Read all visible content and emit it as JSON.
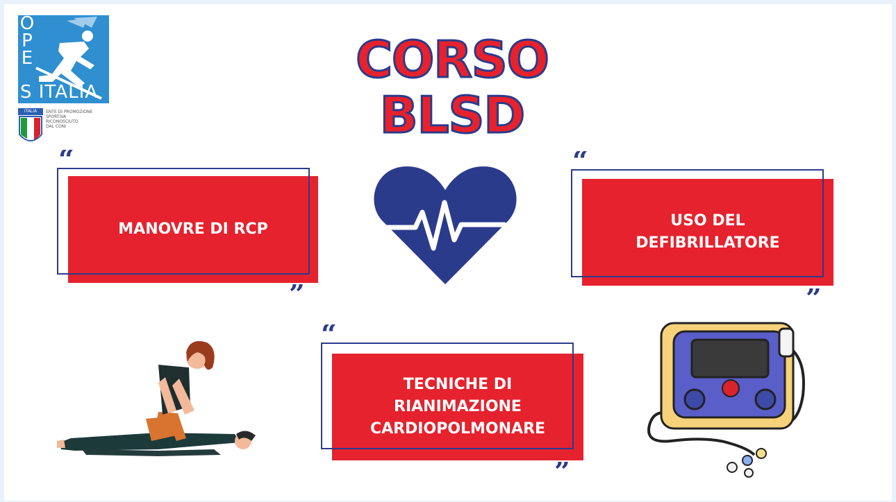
{
  "title": "CORSO BLSD",
  "logo": {
    "letters": [
      "O",
      "P",
      "E"
    ],
    "italia_text": "S ITALIA",
    "shield_label": "ITALIA",
    "subtitle_lines": [
      "ENTE DI PROMOZIONE",
      "SPORTIVA",
      "RICONOSCIUTO",
      "DAL CONI"
    ]
  },
  "cards": [
    {
      "lines": [
        "MANOVRE DI RCP"
      ]
    },
    {
      "lines": [
        "USO DEL",
        "DEFIBRILLATORE"
      ]
    },
    {
      "lines": [
        "TECNICHE DI",
        "RIANIMAZIONE",
        "CARDIOPOLMONARE"
      ]
    }
  ],
  "quotes": {
    "open": "“",
    "close": "”"
  },
  "colors": {
    "red": "#e5222e",
    "navy": "#2b3b8c",
    "logo_blue": "#2f8fd0",
    "background": "#ffffff"
  },
  "icons": [
    "heartbeat-heart-icon",
    "cpr-illustration",
    "defibrillator-illustration"
  ]
}
